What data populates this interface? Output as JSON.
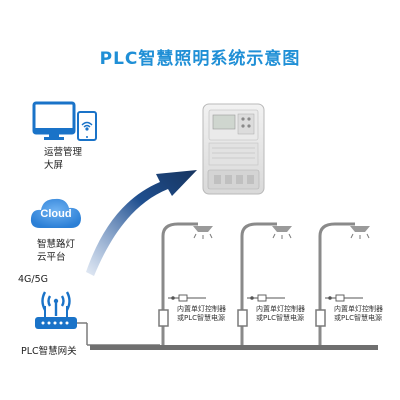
{
  "title": "PLC智慧照明系统示意图",
  "left_column": {
    "screen_label_line1": "运营管理",
    "screen_label_line2": "大屏",
    "cloud_text": "Cloud",
    "platform_label_line1": "智慧路灯",
    "platform_label_line2": "云平台",
    "network_label": "4G/5G",
    "gateway_label": "PLC智慧网关"
  },
  "controllers": [
    {
      "line1": "内置单灯控制器",
      "line2": "或PLC智慧电源"
    },
    {
      "line1": "内置单灯控制器",
      "line2": "或PLC智慧电源"
    },
    {
      "line1": "内置单灯控制器",
      "line2": "或PLC智慧电源"
    }
  ],
  "colors": {
    "title": "#1f8fd6",
    "accent_blue": "#1a73c8",
    "cloud_blue": "#3a8de0",
    "gray_line": "#7a7a7a",
    "arrow_dark": "#17345f"
  },
  "icons": [
    "monitor-icon",
    "tablet-icon",
    "wifi-icon",
    "cloud-icon",
    "router-icon",
    "wireless-signal-icon",
    "electric-meter-icon",
    "street-lamp-icon"
  ]
}
